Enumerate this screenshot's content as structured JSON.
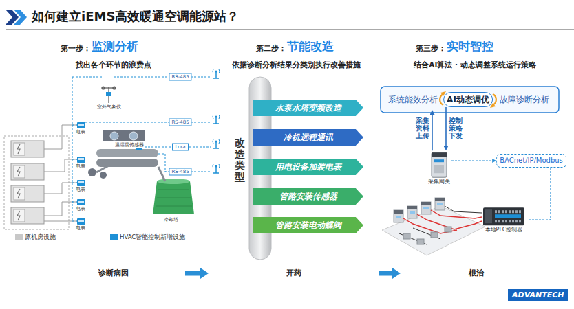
{
  "diagram": {
    "title": "如何建立iEMS高效暖通空调能源站？",
    "nodes": [
      {
        "text": [
          "RS-485"
        ]
      },
      {
        "text": [
          "RS-485"
        ]
      },
      {
        "text": [
          "Lora"
        ]
      },
      {
        "text": [
          "RS-485"
        ]
      },
      {
        "text": [
          "水泵水塔变频改造"
        ]
      },
      {
        "text": [
          "冷机远程通讯"
        ]
      },
      {
        "text": [
          "用电设备加装电表"
        ]
      },
      {
        "text": [
          "管路安装传感器"
        ]
      },
      {
        "text": [
          "管路安装电动蝶阀"
        ]
      },
      {
        "text": [
          "系统能效分析"
        ]
      },
      {
        "text": [
          "AI动态调优"
        ]
      },
      {
        "text": [
          "故障诊断分析"
        ]
      },
      {
        "text": [
          "采集网关"
        ]
      },
      {
        "text": [
          "BACnet/IP/Modbus"
        ]
      },
      {
        "text": [
          "本地PLC控制器"
        ]
      },
      {
        "text": [
          "诊断病因"
        ]
      },
      {
        "text": [
          "开药"
        ]
      },
      {
        "text": [
          "根治"
        ]
      }
    ],
    "edges": [
      {
        "from": 12,
        "to": 9,
        "arrow": "to",
        "label": "采集资料上传"
      },
      {
        "from": 10,
        "to": 12,
        "arrow": "to",
        "label": "控制策略下发"
      },
      {
        "from": 12,
        "to": 13,
        "arrow": "to"
      },
      {
        "from": 13,
        "to": 14,
        "arrow": "none"
      },
      {
        "from": 15,
        "to": 16,
        "arrow": "to"
      },
      {
        "from": 16,
        "to": 17,
        "arrow": "to"
      }
    ],
    "labels": [
      "第一步：",
      "监测分析",
      "找出各个环节的浪费点",
      "第二步：",
      "节能改造",
      "依据诊断分析结果分类别执行改善措施",
      "第三步：",
      "实时智控",
      "结合AI算法 · 动态调整系统运行策略",
      "室外气象仪",
      "温湿度传感器",
      "电表",
      "电表",
      "电表",
      "电表",
      "电表",
      "冷却塔",
      "改造类型",
      "ADVANTECH"
    ],
    "legend": [
      {
        "text": "原机房设施",
        "color": "#c8c8c8"
      },
      {
        "text": "HVAC智能控制新增设施",
        "color": "#1e90d6"
      }
    ]
  }
}
